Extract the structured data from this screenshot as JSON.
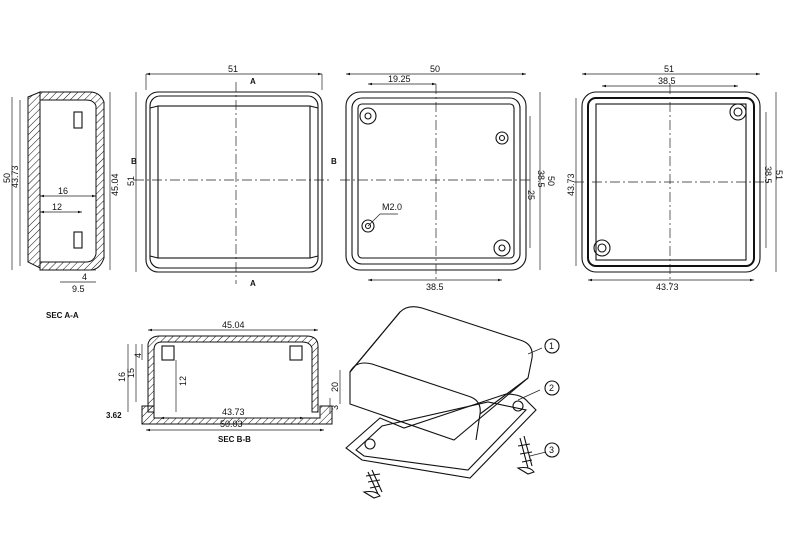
{
  "top_view_a": {
    "dim_width": "51",
    "marker_a_top": "A",
    "marker_a_bottom": "A",
    "marker_b_left": "B",
    "marker_b_right": "B",
    "dim_height": "51"
  },
  "bottom_view_1": {
    "dim_width": "50",
    "dim_hole_x": "19.25",
    "dim_v_25": "25",
    "dim_v_38_5": "38.5",
    "dim_v_50": "50",
    "dim_thread": "M2.0",
    "dim_bottom": "38.5"
  },
  "bottom_view_2": {
    "dim_width": "51",
    "dim_hole_spacing": "38.5",
    "dim_left": "43.73",
    "dim_right_38_5": "38.5",
    "dim_right_51": "51",
    "dim_bottom": "43.73"
  },
  "section_a": {
    "dim_50": "50",
    "dim_43_73": "43.73",
    "dim_45_04": "45.04",
    "dim_16": "16",
    "dim_12": "12",
    "dim_4": "4",
    "dim_9_5": "9.5",
    "label": "SEC A-A"
  },
  "section_b": {
    "dim_45_04": "45.04",
    "dim_16": "16",
    "dim_15": "15",
    "dim_4": "4",
    "dim_12": "12",
    "dim_3_62": "3.62",
    "dim_43_73": "43.73",
    "dim_50_03": "50.03",
    "dim_3": "3",
    "label": "SEC B-B"
  },
  "iso_view": {
    "dim_20": "20",
    "balloon_1": "1",
    "balloon_2": "2",
    "balloon_3": "3"
  }
}
